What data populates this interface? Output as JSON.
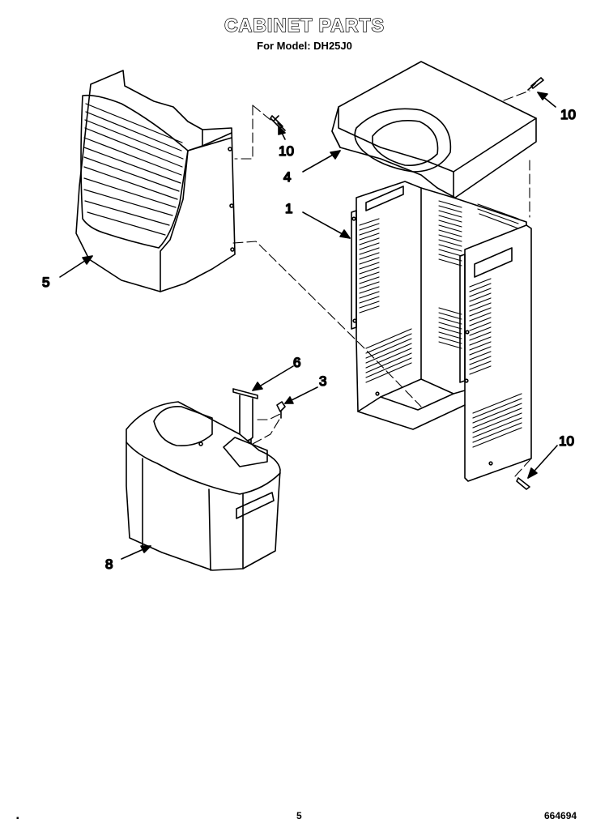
{
  "header": {
    "title": "CABINET PARTS",
    "subtitle": "For Model: DH25J0"
  },
  "callouts": [
    {
      "id": "p10a",
      "label": "10"
    },
    {
      "id": "p10b",
      "label": "10"
    },
    {
      "id": "p4",
      "label": "4"
    },
    {
      "id": "p1",
      "label": "1"
    },
    {
      "id": "p5",
      "label": "5"
    },
    {
      "id": "p6",
      "label": "6"
    },
    {
      "id": "p3",
      "label": "3"
    },
    {
      "id": "p10c",
      "label": "10"
    },
    {
      "id": "p8",
      "label": "8"
    }
  ],
  "footer": {
    "marker": "▪",
    "page": "5",
    "code": "664694"
  }
}
